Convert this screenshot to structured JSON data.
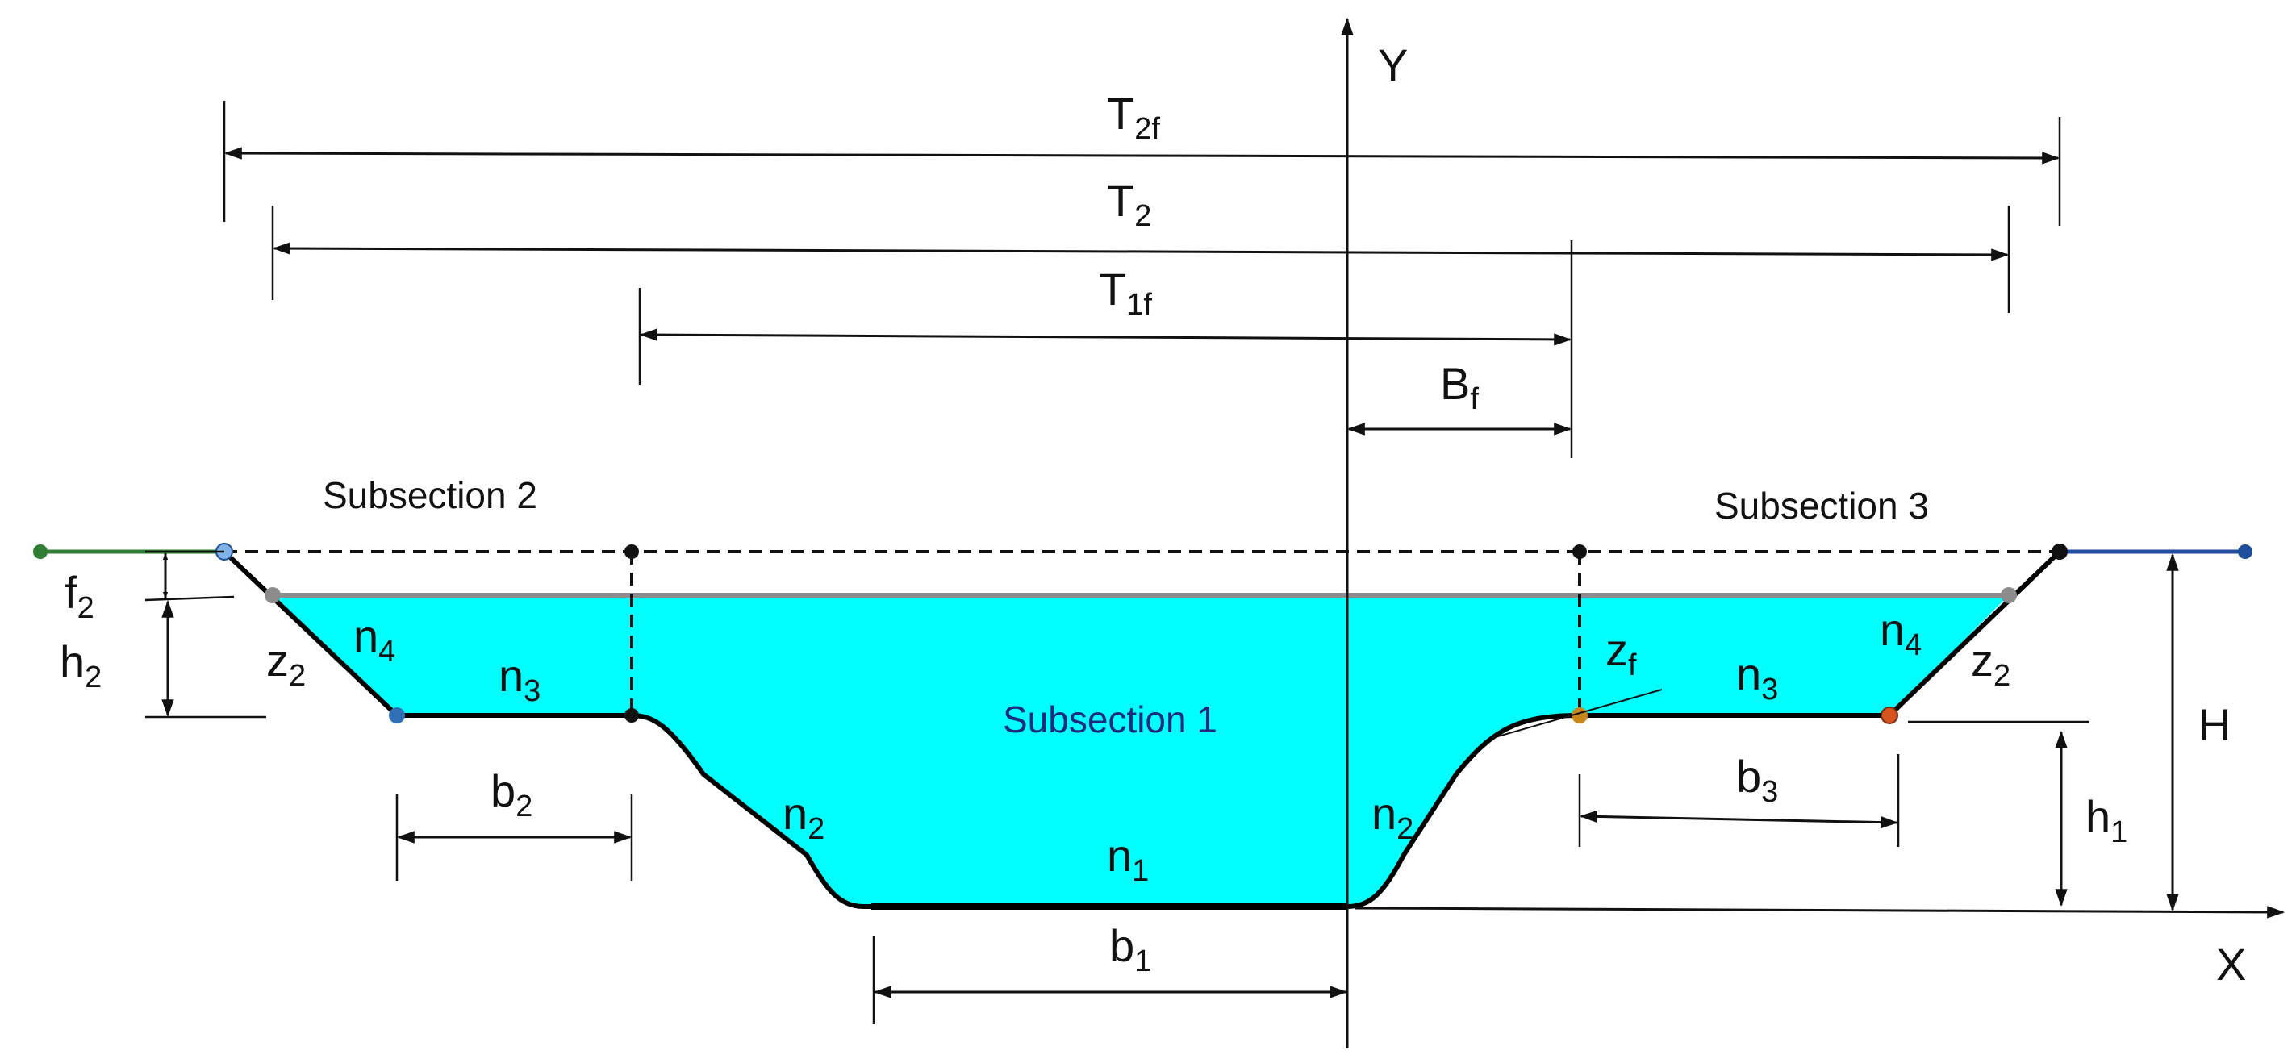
{
  "axes": {
    "y_label": "Y",
    "x_label": "X"
  },
  "dimensions": {
    "T2f": {
      "base": "T",
      "sub": "2f"
    },
    "T2": {
      "base": "T",
      "sub": "2"
    },
    "T1f": {
      "base": "T",
      "sub": "1f"
    },
    "Bf": {
      "base": "B",
      "sub": "f"
    },
    "b1": {
      "base": "b",
      "sub": "1"
    },
    "b2": {
      "base": "b",
      "sub": "2"
    },
    "b3": {
      "base": "b",
      "sub": "3"
    },
    "f2": {
      "base": "f",
      "sub": "2"
    },
    "h2": {
      "base": "h",
      "sub": "2"
    },
    "h1": {
      "base": "h",
      "sub": "1"
    },
    "H": {
      "base": "H",
      "sub": ""
    }
  },
  "roughness": {
    "n1": {
      "base": "n",
      "sub": "1"
    },
    "n2_left": {
      "base": "n",
      "sub": "2"
    },
    "n2_right": {
      "base": "n",
      "sub": "2"
    },
    "n3_left": {
      "base": "n",
      "sub": "3"
    },
    "n3_right": {
      "base": "n",
      "sub": "3"
    },
    "n4_left": {
      "base": "n",
      "sub": "4"
    },
    "n4_right": {
      "base": "n",
      "sub": "4"
    }
  },
  "slopes": {
    "z2_left": {
      "base": "z",
      "sub": "2"
    },
    "z2_right": {
      "base": "z",
      "sub": "2"
    },
    "zf": {
      "base": "z",
      "sub": "f"
    }
  },
  "regions": {
    "subsection1": "Subsection 1",
    "subsection2": "Subsection 2",
    "subsection3": "Subsection 3"
  },
  "colors": {
    "water": "#00ffff",
    "left_bank_line": "#2e7d32",
    "right_bank_line": "#1f4e9c",
    "water_surface": "#8c8c8c",
    "point_left_top": "#7fb3e6",
    "point_left_floodplain": "#2e6fb5",
    "point_right_floodplain": "#d9531e",
    "point_right_break": "#c8861b",
    "point_gray": "#8c8c8c",
    "point_black": "#111111"
  }
}
